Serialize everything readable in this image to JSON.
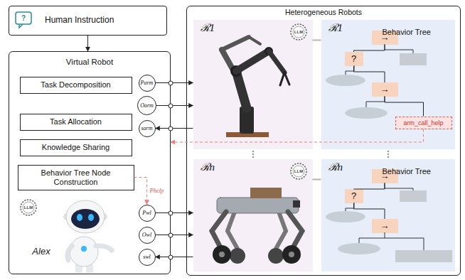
{
  "diagram": {
    "nodes": [
      {
        "text": [
          "Human Instruction"
        ]
      },
      {
        "text": [
          "Virtual Robot"
        ]
      },
      {
        "text": [
          "Task Decomposition"
        ],
        "in": 1
      },
      {
        "text": [
          "Task Allocation"
        ],
        "in": 1
      },
      {
        "text": [
          "Knowledge Sharing"
        ],
        "in": 1
      },
      {
        "text": [
          "Behavior Tree Node Construction"
        ],
        "in": 1
      },
      {
        "text": [
          "Parm"
        ],
        "in": 1
      },
      {
        "text": [
          "Oarm"
        ],
        "in": 1
      },
      {
        "text": [
          "sarm"
        ],
        "in": 1
      },
      {
        "text": [
          "Pwl"
        ],
        "in": 1
      },
      {
        "text": [
          "Owl"
        ],
        "in": 1
      },
      {
        "text": [
          "swl"
        ],
        "in": 1
      },
      {
        "text": [
          "Heterogeneous Robots"
        ]
      },
      {
        "text": [
          "ℛ1"
        ],
        "in": 12
      },
      {
        "text": [
          "ℛ1",
          "Behavior Tree"
        ],
        "in": 12
      },
      {
        "text": [
          "→"
        ],
        "in": 14
      },
      {
        "text": [
          "?"
        ],
        "in": 14
      },
      {
        "text": [
          "→"
        ],
        "in": 14
      },
      {
        "text": [
          "arm_call_help"
        ],
        "in": 14
      },
      {
        "text": [
          "ℛn"
        ],
        "in": 12
      },
      {
        "text": [
          "ℛn",
          "Behavior Tree"
        ],
        "in": 12
      },
      {
        "text": [
          "→"
        ],
        "in": 20
      },
      {
        "text": [
          "?"
        ],
        "in": 20
      },
      {
        "text": [
          "→"
        ],
        "in": 20
      }
    ],
    "edges": [
      {
        "from": 0,
        "to": 1,
        "arrow": "to"
      },
      {
        "from": 6,
        "to": 13,
        "arrow": "to"
      },
      {
        "from": 7,
        "to": 13,
        "arrow": "to"
      },
      {
        "from": 13,
        "to": 8,
        "arrow": "to"
      },
      {
        "from": 18,
        "to": 1,
        "arrow": "to"
      },
      {
        "from": 5,
        "to": 9,
        "label": "Phelp",
        "arrow": "to"
      },
      {
        "from": 9,
        "to": 19,
        "arrow": "to"
      },
      {
        "from": 10,
        "to": 19,
        "arrow": "to"
      },
      {
        "from": 19,
        "to": 11,
        "arrow": "to"
      },
      {
        "from": 13,
        "to": 14,
        "arrow": "none"
      },
      {
        "from": 19,
        "to": 20,
        "arrow": "none"
      },
      {
        "from": 15,
        "to": 16,
        "arrow": "none"
      },
      {
        "from": 16,
        "to": 17,
        "arrow": "none"
      },
      {
        "from": 17,
        "to": 18,
        "arrow": "none"
      },
      {
        "from": 21,
        "to": 22,
        "arrow": "none"
      },
      {
        "from": 22,
        "to": 23,
        "arrow": "none"
      }
    ],
    "labels": [
      "?",
      "LLM",
      "LLM",
      "LLM",
      "Alex"
    ]
  }
}
